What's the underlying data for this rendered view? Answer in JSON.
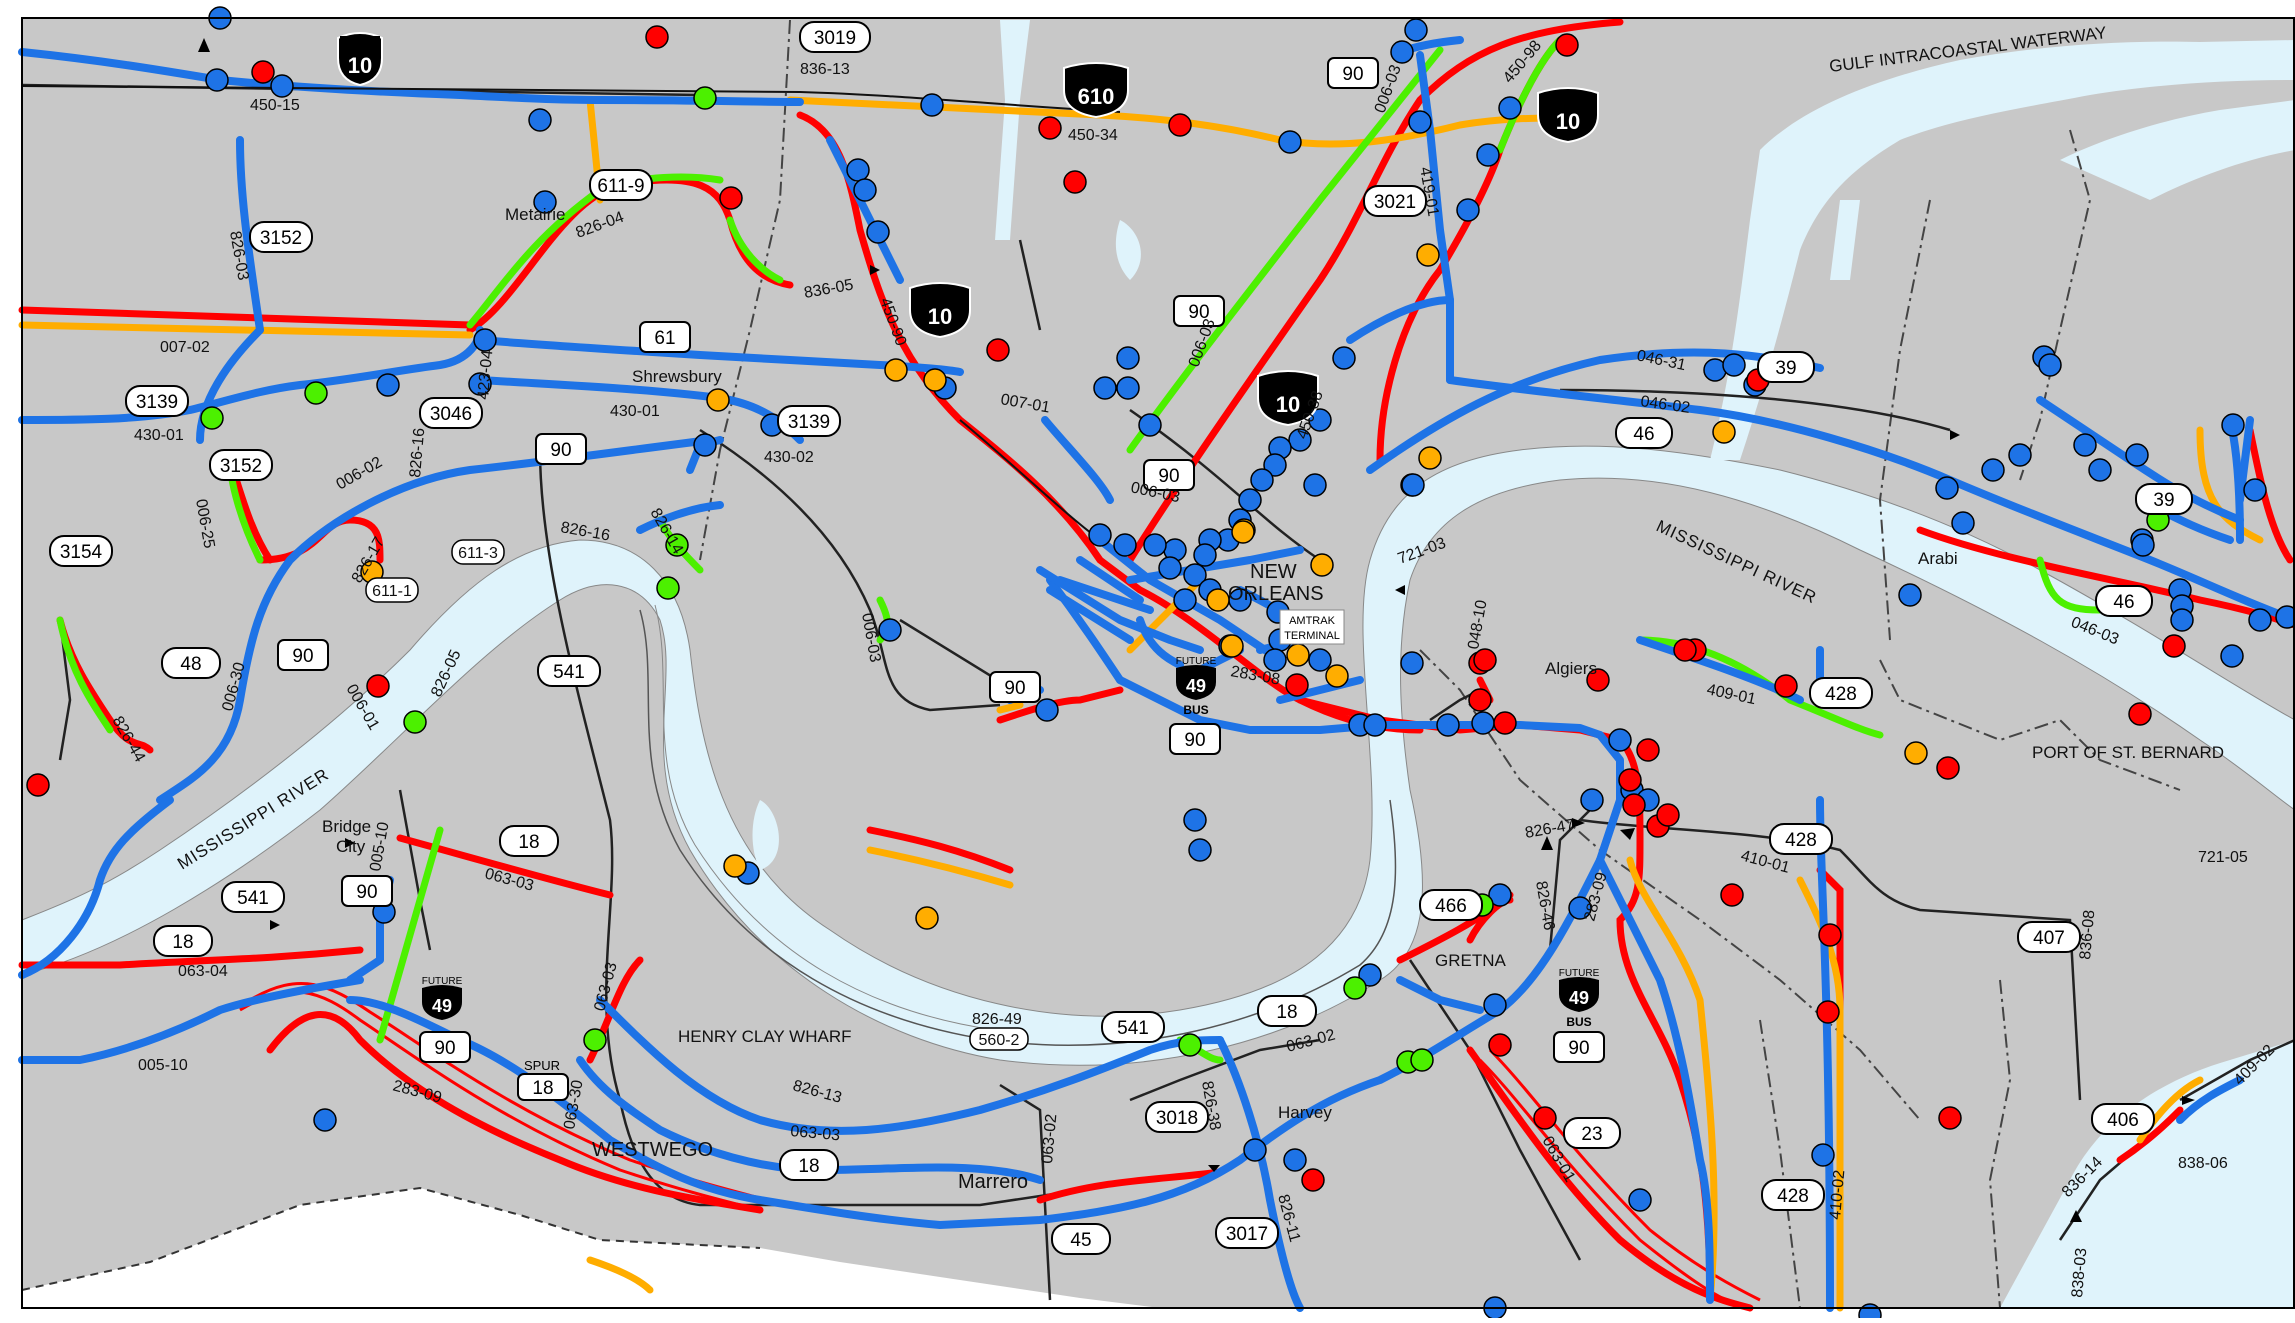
{
  "colors": {
    "land": "#c8c8c8",
    "water": "#dff3fb",
    "red": "#ff0000",
    "blue": "#1e73e6",
    "green": "#4cf000",
    "orange": "#ffad00",
    "black": "#000000"
  },
  "interstates": [
    "10",
    "610",
    "10",
    "10"
  ],
  "shields": {
    "3019": "3019",
    "611-9": "611-9",
    "3152a": "3152",
    "3139a": "3139",
    "3046": "3046",
    "90a": "90",
    "3152b": "3152",
    "3154": "3154",
    "48": "48",
    "90b": "90",
    "611-1": "611-1",
    "611-3": "611-3",
    "3139b": "3139",
    "61": "61",
    "3021": "3021",
    "90c": "90",
    "90d": "90",
    "90e": "90",
    "90f": "90",
    "39a": "39",
    "46a": "46",
    "39b": "39",
    "46b": "46",
    "428a": "428",
    "428b": "428",
    "541a": "541",
    "541b": "541",
    "541c": "541",
    "18a": "18",
    "18b": "18",
    "18c": "18",
    "18d": "18",
    "18e": "18",
    "90g": "90",
    "90h": "90",
    "466": "466",
    "23": "23",
    "3018": "3018",
    "3017": "3017",
    "45": "45",
    "407": "407",
    "406": "406",
    "428c": "428",
    "90i": "90"
  },
  "future_label": "FUTURE",
  "bus_label": "BUS",
  "spur_label": "SPUR",
  "place_labels": {
    "metairie": "Metairie",
    "shrewsbury": "Shrewsbury",
    "new_orleans_1": "NEW",
    "new_orleans_2": "ORLEANS",
    "amtrak_1": "AMTRAK",
    "amtrak_2": "TERMINAL",
    "algiers": "Algiers",
    "arabi": "Arabi",
    "bridge_1": "Bridge",
    "bridge_2": "City",
    "gretna": "GRETNA",
    "harvey": "Harvey",
    "marrero": "Marrero",
    "westwego": "WESTWEGO",
    "henry_clay": "HENRY CLAY WHARF",
    "port_st_bernard": "PORT OF ST. BERNARD",
    "gulf_waterway": "GULF  INTRACOASTAL  WATERWAY",
    "miss_river_w": "MISSISSIPPI RIVER",
    "miss_river_e": "MISSISSIPPI  RIVER"
  },
  "segment_labels": {
    "s450_15": "450-15",
    "s836_13": "836-13",
    "s450_34": "450-34",
    "s826_04": "826-04",
    "s826_03": "826-03",
    "s007_02": "007-02",
    "s836_05": "836-05",
    "s450_90": "450-90",
    "s006_03a": "006-03",
    "s450_98": "450-98",
    "s419_01": "419-01",
    "s006_03b": "006-03",
    "s430_01a": "430-01",
    "s430_01b": "430-01",
    "s423_04": "423-04",
    "s430_02": "430-02",
    "s007_01": "007-01",
    "s450_38": "450-38",
    "s046_31": "046-31",
    "s046_02": "046-02",
    "s006_25": "006-25",
    "s006_02": "006-02",
    "s826_16a": "826-16",
    "s826_17": "826-17",
    "s826_16b": "826-16",
    "s826_14": "826-14",
    "s006_03c": "006-03",
    "s006_03d": "006-03",
    "s283_08": "283-08",
    "s721_03": "721-03",
    "s048_10": "048-10",
    "s046_03": "046-03",
    "s826_44": "826-44",
    "s006_30": "006-30",
    "s006_01": "006-01",
    "s826_05": "826-05",
    "s409_01": "409-01",
    "s063_03a": "063-03",
    "s005_10a": "005-10",
    "s063_04": "063-04",
    "s826_47": "826-47",
    "s410_01": "410-01",
    "s721_05": "721-05",
    "s836_08": "836-08",
    "s826_46": "826-46",
    "s283_09a": "283-09",
    "s063_03b": "063-03",
    "s826_49": "826-49",
    "s560_2": "560-2",
    "s063_02a": "063-02",
    "s005_10b": "005-10",
    "s283_09b": "283-09",
    "s063_30": "063-30",
    "s826_13": "826-13",
    "s063_03c": "063-03",
    "s063_02b": "063-02",
    "s826_38": "826-38",
    "s063_01": "063-01",
    "s826_11": "826-11",
    "s410_02": "410-02",
    "s409_02": "409-02",
    "s838_06": "838-06",
    "s836_14": "836-14",
    "s838_03": "838-03"
  }
}
